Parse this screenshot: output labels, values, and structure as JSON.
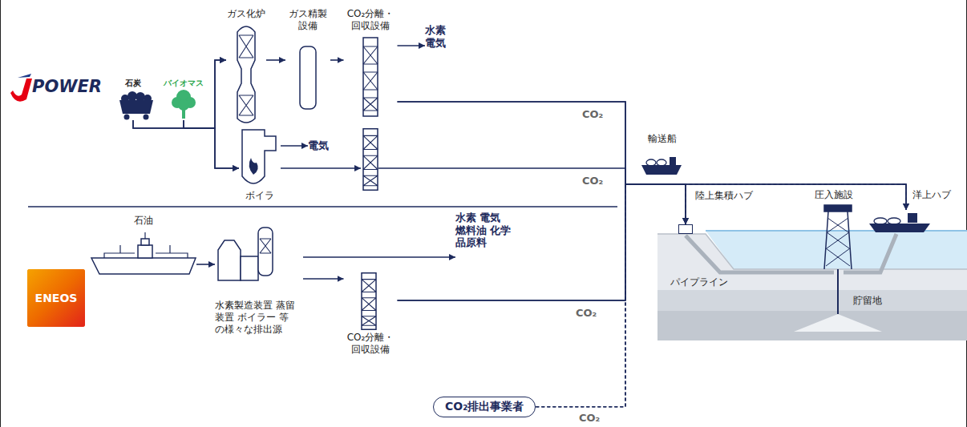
{
  "diagram": {
    "nodes": [
      {
        "text": [
          "石炭"
        ]
      },
      {
        "text": [
          "バイオマス"
        ]
      },
      {
        "text": [
          "ガス化炉"
        ]
      },
      {
        "text": [
          "ガス精製 設備"
        ]
      },
      {
        "text": [
          "CO₂分離・ 回収設備"
        ]
      },
      {
        "text": [
          "水素 電気"
        ]
      },
      {
        "text": [
          "ボイラ"
        ]
      },
      {
        "text": [
          "電気"
        ]
      },
      {
        "text": [
          "石油"
        ]
      },
      {
        "text": [
          "水素製造装置 蒸留装置 ボイラー 等の様々な排出源"
        ]
      },
      {
        "text": [
          "水素 電気 燃料油 化学品原料"
        ]
      },
      {
        "text": [
          "CO₂分離・ 回収設備"
        ]
      },
      {
        "text": [
          "CO₂排出事業者"
        ]
      },
      {
        "text": [
          "輸送船"
        ]
      },
      {
        "text": [
          "陸上集積ハブ"
        ]
      },
      {
        "text": [
          "圧入施設"
        ]
      },
      {
        "text": [
          "洋上ハブ"
        ]
      }
    ],
    "edges": [
      {
        "from": 0,
        "to": 2,
        "arrow": "to"
      },
      {
        "from": 0,
        "to": 6,
        "arrow": "to"
      },
      {
        "from": 1,
        "to": 2,
        "arrow": "to"
      },
      {
        "from": 1,
        "to": 6,
        "arrow": "to"
      },
      {
        "from": 2,
        "to": 3,
        "arrow": "to"
      },
      {
        "from": 3,
        "to": 4,
        "arrow": "to"
      },
      {
        "from": 4,
        "to": 5,
        "arrow": "to"
      },
      {
        "from": 6,
        "to": 7,
        "arrow": "to"
      },
      {
        "from": 4,
        "to": 14,
        "arrow": "to"
      },
      {
        "from": 4,
        "to": 16,
        "arrow": "to"
      },
      {
        "from": 8,
        "to": 9,
        "arrow": "to"
      },
      {
        "from": 9,
        "to": 10,
        "arrow": "to"
      },
      {
        "from": 9,
        "to": 11,
        "arrow": "to"
      },
      {
        "from": 11,
        "to": 14,
        "arrow": "to"
      },
      {
        "from": 11,
        "to": 16,
        "arrow": "to"
      },
      {
        "from": 12,
        "to": 14,
        "arrow": "to"
      },
      {
        "from": 12,
        "to": 16,
        "arrow": "to"
      }
    ],
    "labels": [
      "POWER",
      "ENEOS",
      "CO₂",
      "CO₂",
      "CO₂",
      "CO₂",
      "パイプライン",
      "貯留地"
    ]
  }
}
